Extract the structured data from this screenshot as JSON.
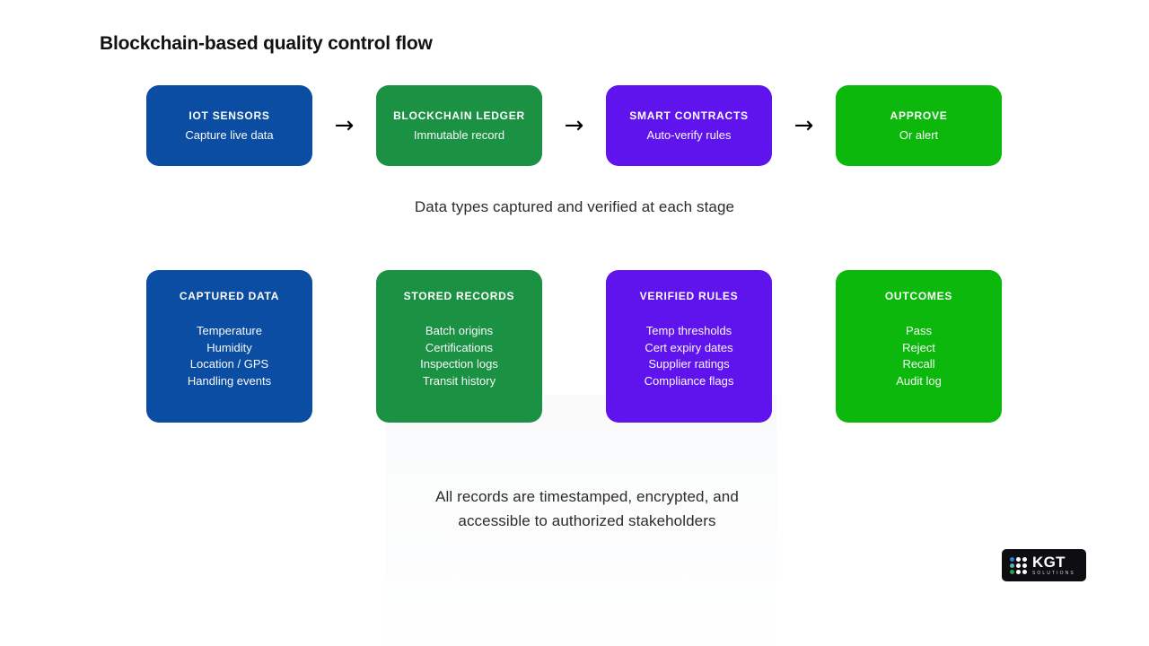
{
  "page": {
    "title": "Blockchain-based quality control flow",
    "mid_caption": "Data types captured and verified at each stage",
    "bottom_caption_line1": "All records are timestamped, encrypted, and",
    "bottom_caption_line2": "accessible to authorized stakeholders"
  },
  "colors": {
    "blue": "#0b4da3",
    "green_dark": "#1b9144",
    "purple": "#5f14ee",
    "green_bright": "#0bb80b",
    "background": "#ffffff",
    "text": "#2c2c30",
    "title": "#101114"
  },
  "flow": {
    "arrow_glyph": "→",
    "steps": [
      {
        "title": "IOT SENSORS",
        "subtitle": "Capture live data",
        "color": "#0b4da3"
      },
      {
        "title": "BLOCKCHAIN LEDGER",
        "subtitle": "Immutable record",
        "color": "#1b9144"
      },
      {
        "title": "SMART CONTRACTS",
        "subtitle": "Auto-verify rules",
        "color": "#5f14ee"
      },
      {
        "title": "APPROVE",
        "subtitle": "Or alert",
        "color": "#0bb80b"
      }
    ]
  },
  "details": {
    "cards": [
      {
        "title": "CAPTURED DATA",
        "color": "#0b4da3",
        "items": [
          "Temperature",
          "Humidity",
          "Location / GPS",
          "Handling events"
        ]
      },
      {
        "title": "STORED RECORDS",
        "color": "#1b9144",
        "items": [
          "Batch origins",
          "Certifications",
          "Inspection logs",
          "Transit history"
        ]
      },
      {
        "title": "VERIFIED RULES",
        "color": "#5f14ee",
        "items": [
          "Temp thresholds",
          "Cert expiry dates",
          "Supplier ratings",
          "Compliance flags"
        ]
      },
      {
        "title": "OUTCOMES",
        "color": "#0bb80b",
        "items": [
          "Pass",
          "Reject",
          "Recall",
          "Audit log"
        ]
      }
    ]
  },
  "logo": {
    "name": "KGT",
    "tagline": "SOLUTIONS"
  }
}
